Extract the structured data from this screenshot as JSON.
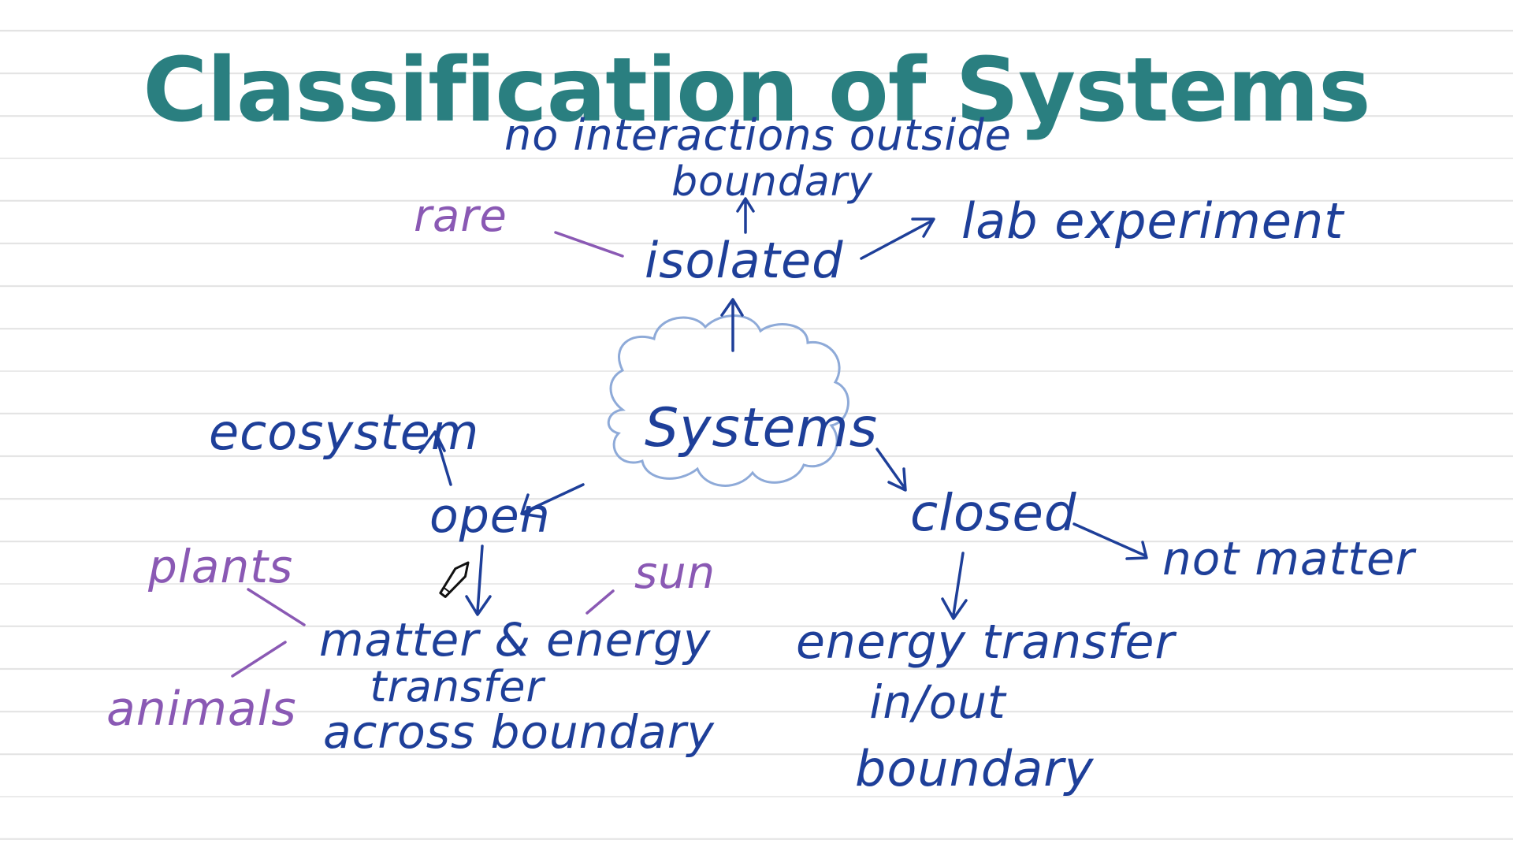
{
  "title": "Classification of Systems",
  "colors": {
    "title": "#2a7f80",
    "ink_blue": "#1e3f99",
    "ink_purple": "#8a59b4",
    "cloud": "#8eaad8",
    "rule_line": "#e3e3e3"
  },
  "nodes": {
    "center": "Systems",
    "isolated": {
      "label": "isolated",
      "description_line1": "no interactions outside",
      "description_line2": "boundary",
      "example": "lab experiment",
      "note": "rare"
    },
    "open": {
      "label": "open",
      "example": "ecosystem",
      "description_line1": "matter & energy",
      "description_line2": "transfer",
      "description_line3": "across boundary",
      "inputs": [
        "plants",
        "sun",
        "animals"
      ]
    },
    "closed": {
      "label": "closed",
      "not": "not matter",
      "description_line1": "energy transfer",
      "description_line2": "in/out",
      "description_line3": "boundary"
    }
  },
  "icons": {
    "cursor": "pen-cursor-icon"
  }
}
